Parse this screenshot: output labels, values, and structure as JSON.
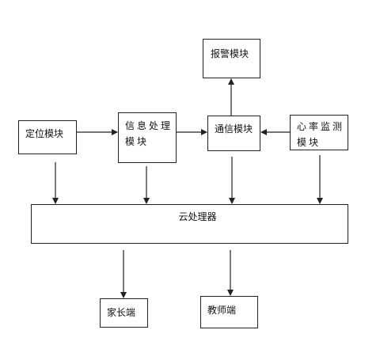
{
  "nodes": {
    "alarm": "报警模块",
    "locate": "定位模块",
    "info": "信息处理\n模块",
    "comm": "通信模块",
    "heart": "心率监测\n模块",
    "cloud": "云处理器",
    "parent": "家长端",
    "teacher": "教师端"
  },
  "edges": [
    {
      "from": "locate",
      "to": "info"
    },
    {
      "from": "info",
      "to": "comm"
    },
    {
      "from": "heart",
      "to": "comm"
    },
    {
      "from": "comm",
      "to": "alarm"
    },
    {
      "from": "locate",
      "to": "cloud"
    },
    {
      "from": "info",
      "to": "cloud"
    },
    {
      "from": "comm",
      "to": "cloud"
    },
    {
      "from": "heart",
      "to": "cloud"
    },
    {
      "from": "cloud",
      "to": "parent"
    },
    {
      "from": "cloud",
      "to": "teacher"
    }
  ],
  "colors": {
    "line": "#222222",
    "box_border": "#222222",
    "background": "#ffffff"
  }
}
